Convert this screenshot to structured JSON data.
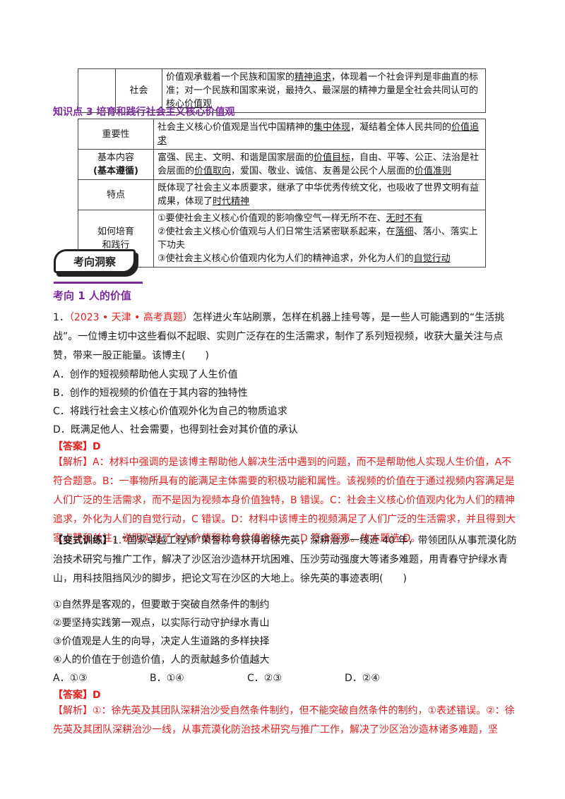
{
  "table1": {
    "row_label": "社会",
    "text_before": "价值观承载着一个民族和国家的",
    "text_u1": "精神追求",
    "text_mid": "，体现着一个社会评判是非曲直的标准；对一个民族和国家来说，最持久、最深层的精神力量是全社会共同认可的",
    "text_u2": "核心价值观"
  },
  "knowledge_point_title": "知识点 3  培育和践行社会主义核心价值观",
  "table2": {
    "r1": {
      "key": "重要性",
      "t1": "社会主义核心价值观是当代中国精神的",
      "u1": "集中体现",
      "t2": "，凝结着全体人民共同的",
      "u2": "价值追求"
    },
    "r2": {
      "key": "基本内容",
      "key2": "(基本遵循)",
      "t1": "富强、民主、文明、和谐是国家层面的",
      "u1": "价值目标",
      "t2": "，自由、平等、公正、法治是社会层面的",
      "u2": "价值取向",
      "t3": "，爱国、敬业、诚信、友善是公民个人层面的",
      "u3": "价值准则"
    },
    "r3": {
      "key": "特点",
      "t1": "既体现了社会主义本质要求，继承了中华优秀传统文化，也吸收了世界文明有益成果，体现了",
      "u1": "时代精神"
    },
    "r4": {
      "key": "如何培育",
      "key2": "和践行",
      "l1a": "①要使社会主义核心价值观的影响像空气一样无所不在、",
      "l1u": "无时不有",
      "l2a": "②使社会主义核心价值观与人们日常生活紧密联系起来，在",
      "l2u": "落细",
      "l2b": "、落小、落实上下功夫",
      "l3a": "③使社会主义核心价值观内化为人们的精神追求，外化为人们的",
      "l3u": "自觉行动"
    }
  },
  "badge": "考向洞察",
  "section_title": "考向 1  人的价值",
  "q1": {
    "num": "1．",
    "source": "（2023 • 天津 • 高考真题）",
    "stem": "怎样进火车站刷票，怎样在机器上挂号等，是一些人可能遇到的“生活挑战”。一位博主切中这些看似不起眼、实则广泛存在的生活需求，制作了系列短视频，收获大量关注与点赞，带来一股正能量。该博主(　　)",
    "A": "A．创作的短视频帮助他人实现了人生价值",
    "B": "B．创作的短视频的价值在于其内容的独特性",
    "C": "C．将践行社会主义核心价值观外化为自己的物质追求",
    "D": "D．既满足他人、社会需要，也得到社会对其价值的承认",
    "answer": "【答案】D",
    "analysis": "【解析】A：材料中强调的是该博主帮助他人解决生活中遇到的问题，而不是帮助他人实现人生价值，A不符合题意。B：一事物所具有的能满足主体需要的积极功能和属性。该视频的价值在于通过视频内容满足是人们广泛的生活需求，而不是因为视频本身价值独特，B 错误。C：社会主义核心价值观内化为人们的精神追求，外化为人们的自觉行动，C 错误。D：材料中该博主的视频满足了人们广泛的生活需求，并且得到大家点赞和关注，说明实现了个人价值和社会价值的统一，D 符合题意。故本题选 D。"
  },
  "v1": {
    "label": "【变式训练】",
    "stem": "1.“国家卓越工程师”荣誉称号获得者徐先英，深耕治沙一线近 40 年，带领团队从事荒漠化防治技术研究与推广工作，解决了沙区治沙造林开坑困难、压沙劳动强度大等诸多难题，用青春守护绿水青山，用科技阻挡风沙的脚步，把论文写在沙区的大地上。徐先英的事迹表明(　　)",
    "s1": "①自然界是客观的，但要敢于突破自然条件的制约",
    "s2": "②要坚持实践第一观点，以实际行动守护绿水青山",
    "s3": "③价值观是人生的向导，决定人生道路的多样抉择",
    "s4": "④人的价值在于创造价值，人的贡献越多价值越大",
    "A": "A．①③",
    "B": "B．①④",
    "C": "C．②③",
    "D": "D．②④",
    "answer": "【答案】D",
    "analysis": "【解析】①：徐先英及其团队深耕治沙受自然条件制约，但不能突破自然条件的制约，①表述错误。②：徐先英及其团队深耕治沙一线，从事荒漠化防治技术研究与推广工作，解决了沙区治沙造林诸多难题，坚"
  }
}
